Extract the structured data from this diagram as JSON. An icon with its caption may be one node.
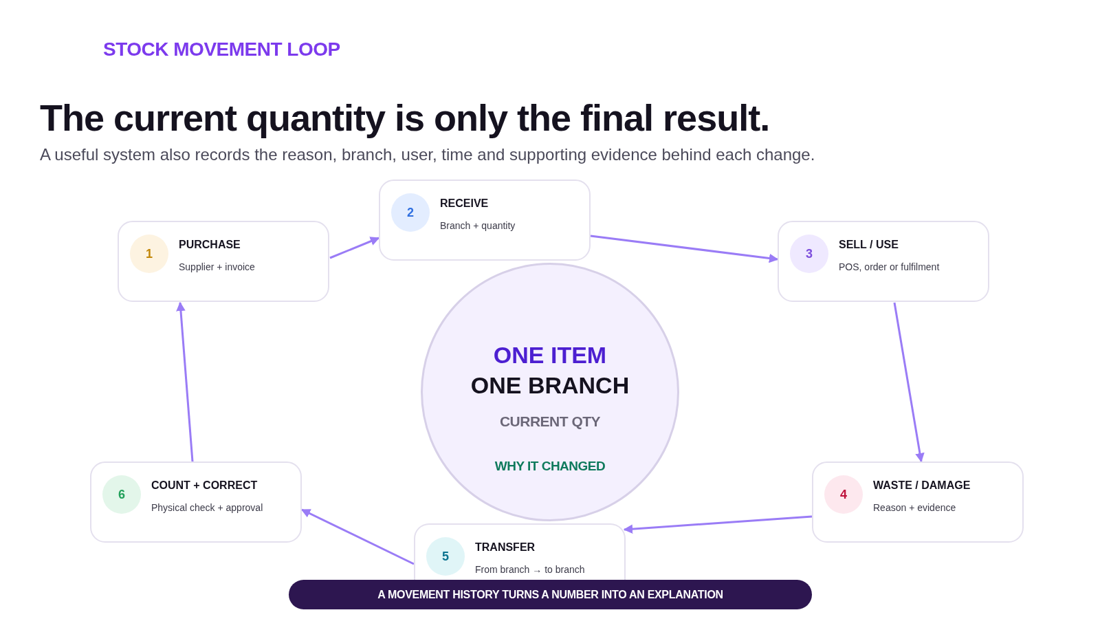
{
  "diagram": {
    "title": "The current quantity is only the final result.",
    "nodes": [
      {
        "text": [
          "ONE ITEM",
          "ONE BRANCH",
          "CURRENT QTY",
          "WHY IT CHANGED"
        ]
      },
      {
        "text": [
          "1",
          "PURCHASE",
          "Supplier + invoice"
        ]
      },
      {
        "text": [
          "2",
          "RECEIVE",
          "Branch + quantity"
        ]
      },
      {
        "text": [
          "3",
          "SELL / USE",
          "POS, order or fulfilment"
        ]
      },
      {
        "text": [
          "4",
          "WASTE / DAMAGE",
          "Reason + evidence"
        ]
      },
      {
        "text": [
          "5",
          "TRANSFER",
          "From branch → to branch"
        ]
      },
      {
        "text": [
          "6",
          "COUNT + CORRECT",
          "Physical check + approval"
        ]
      },
      {
        "text": [
          "A MOVEMENT HISTORY TURNS A NUMBER INTO AN EXPLANATION"
        ]
      }
    ],
    "edges": [
      {
        "from": 1,
        "to": 2,
        "arrow": "to"
      },
      {
        "from": 2,
        "to": 3,
        "arrow": "to"
      },
      {
        "from": 3,
        "to": 4,
        "arrow": "to"
      },
      {
        "from": 4,
        "to": 5,
        "arrow": "to"
      },
      {
        "from": 5,
        "to": 6,
        "arrow": "to"
      },
      {
        "from": 6,
        "to": 1,
        "arrow": "to"
      }
    ],
    "labels": [
      "STOCK MOVEMENT LOOP",
      "A useful system also records the reason, branch, user, time and supporting evidence behind each change."
    ]
  }
}
